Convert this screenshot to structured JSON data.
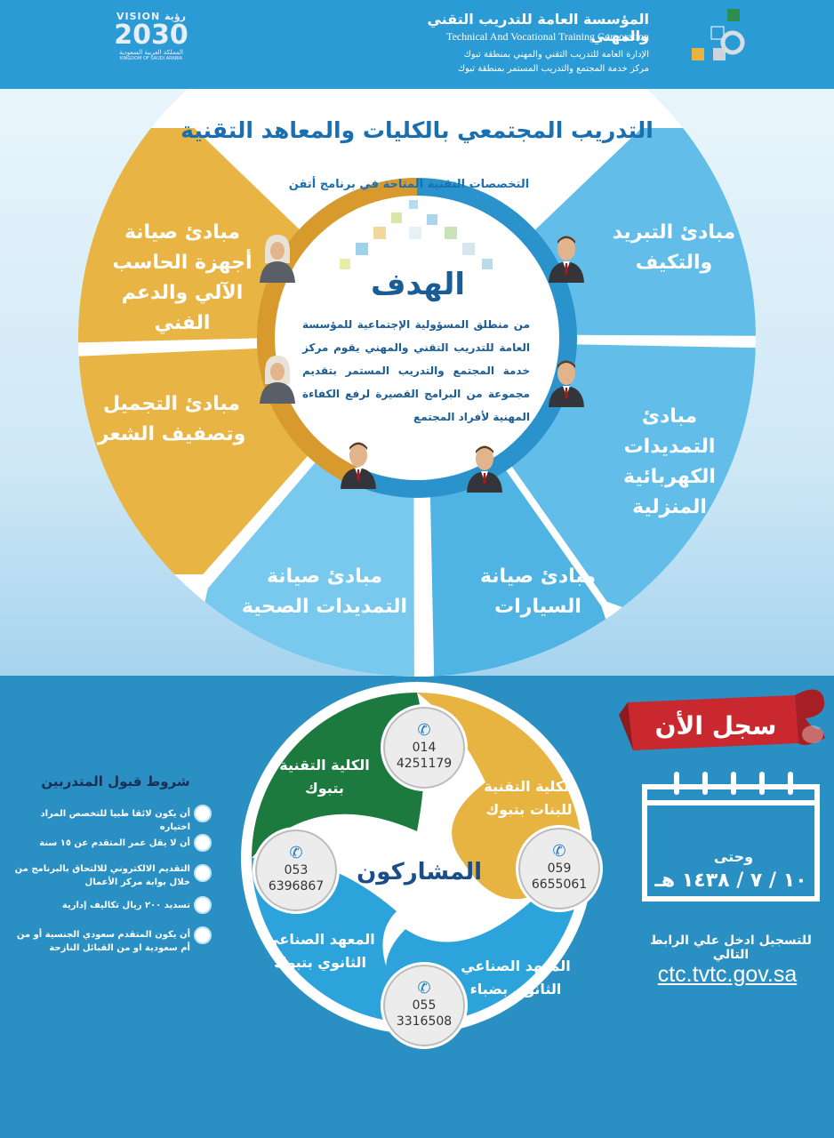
{
  "header": {
    "org_ar": "المؤسسة العامة للتدريب التقني والمهني",
    "org_en": "Technical And Vocational Training Corporation",
    "line1": "الإدارة العامة للتدريب التقني والمهني بمنطقة تبوك",
    "line2": "مركز خدمة المجتمع والتدريب المستمر بمنطقة تبوك",
    "vision_word": "VISION رؤية",
    "vision_num": "2030",
    "vision_ar": "المملكة العربية السعودية",
    "vision_en": "KINGDOM OF SAUDI ARABIA"
  },
  "title": "التدريب المجتمعي بالكليات والمعاهد التقنية",
  "subtitle": "التخصصات التقنية المتاحة في برنامج أتقن",
  "goal": {
    "heading": "الهدف",
    "text": "من منطلق المسؤولية الإجتماعية للمؤسسة العامة للتدريب التقني والمهني يقوم مركز خدمة المجتمع والتدريب المستمر بتقديم مجموعة من البرامج القصيرة لرفع الكفاءة المهنية لأفراد المجتمع"
  },
  "segments": {
    "cooling": "مبادئ التبريد والتكيف",
    "electrical": "مبادئ التمديدات الكهربائية المنزلية",
    "cars": "مبادئ صيانة السيارات",
    "plumbing": "مبادئ صيانة التمديدات الصحية",
    "beauty": "مبادئ التجميل وتصفيف الشعر",
    "computer": "مبادئ صيانة أجهزة الحاسب الآلي والدعم الفني"
  },
  "participants": {
    "center": "المشاركون",
    "tech_college": {
      "name": "الكلية التقنية بتبوك",
      "phone1": "014",
      "phone2": "4251179"
    },
    "girls_college": {
      "name": "الكلية التقنية للبنات بتبوك",
      "phone1": "059",
      "phone2": "6655061"
    },
    "industrial_tabuk": {
      "name": "المعهد الصناعي الثانوي بتبوك",
      "phone1": "053",
      "phone2": "6396867"
    },
    "industrial_duba": {
      "name": "المعهد الصناعي الثانوي بضباء",
      "phone1": "055",
      "phone2": "3316508"
    }
  },
  "conditions": {
    "title": "شروط قبول المتدربين",
    "items": [
      "أن يكون لائقا طبيا للتخصص المراد اختياره",
      "أن لا يقل عمر المتقدم عن ١٥ سنة",
      "التقديم الالكتروني للالتحاق بالبرنامج من خلال بوابة مركز الأعمال",
      "تسديد ٢٠٠ ريال تكاليف إدارية",
      "أن يكون المتقدم سعودي الجنسية أو من أم سعودية او من القبائل النازحة"
    ]
  },
  "register": {
    "banner": "سجل الأن",
    "until": "وحتى",
    "date": "١٠ / ٧ / ١٤٣٨ هـ",
    "link_label": "للتسجيل ادخل علي الرابط التالي",
    "url": "ctc.tvtc.gov.sa"
  },
  "colors": {
    "header_blue": "#2b9bd6",
    "light_blue": "#5cbbe8",
    "gold": "#e7b341",
    "green": "#1d7a3e",
    "title_blue": "#1a6fb0",
    "dark_bg": "#2a8fc3",
    "ribbon_red": "#c8282e"
  }
}
